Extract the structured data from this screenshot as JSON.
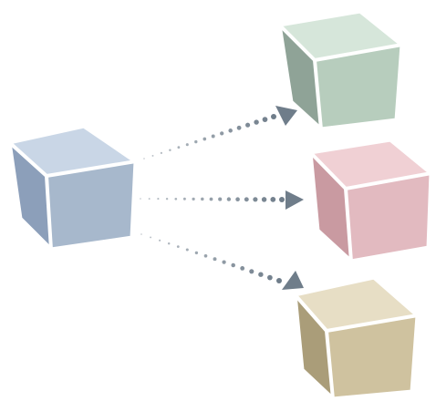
{
  "diagram": {
    "source": {
      "name": "source-cube",
      "colors": {
        "top": "#c9d6e6",
        "left": "#8c9fba",
        "front": "#a7b8cc"
      }
    },
    "targets": [
      {
        "name": "target-cube-green",
        "colors": {
          "top": "#d6e6da",
          "left": "#8fa397",
          "front": "#b7cdbd"
        }
      },
      {
        "name": "target-cube-pink",
        "colors": {
          "top": "#f0d0d4",
          "left": "#c99aa1",
          "front": "#e2bac0"
        }
      },
      {
        "name": "target-cube-tan",
        "colors": {
          "top": "#e7dec5",
          "left": "#aa9d79",
          "front": "#cfc29f"
        }
      }
    ],
    "arrow_color": "#6f7d8a",
    "edge_color": "#ffffff"
  }
}
